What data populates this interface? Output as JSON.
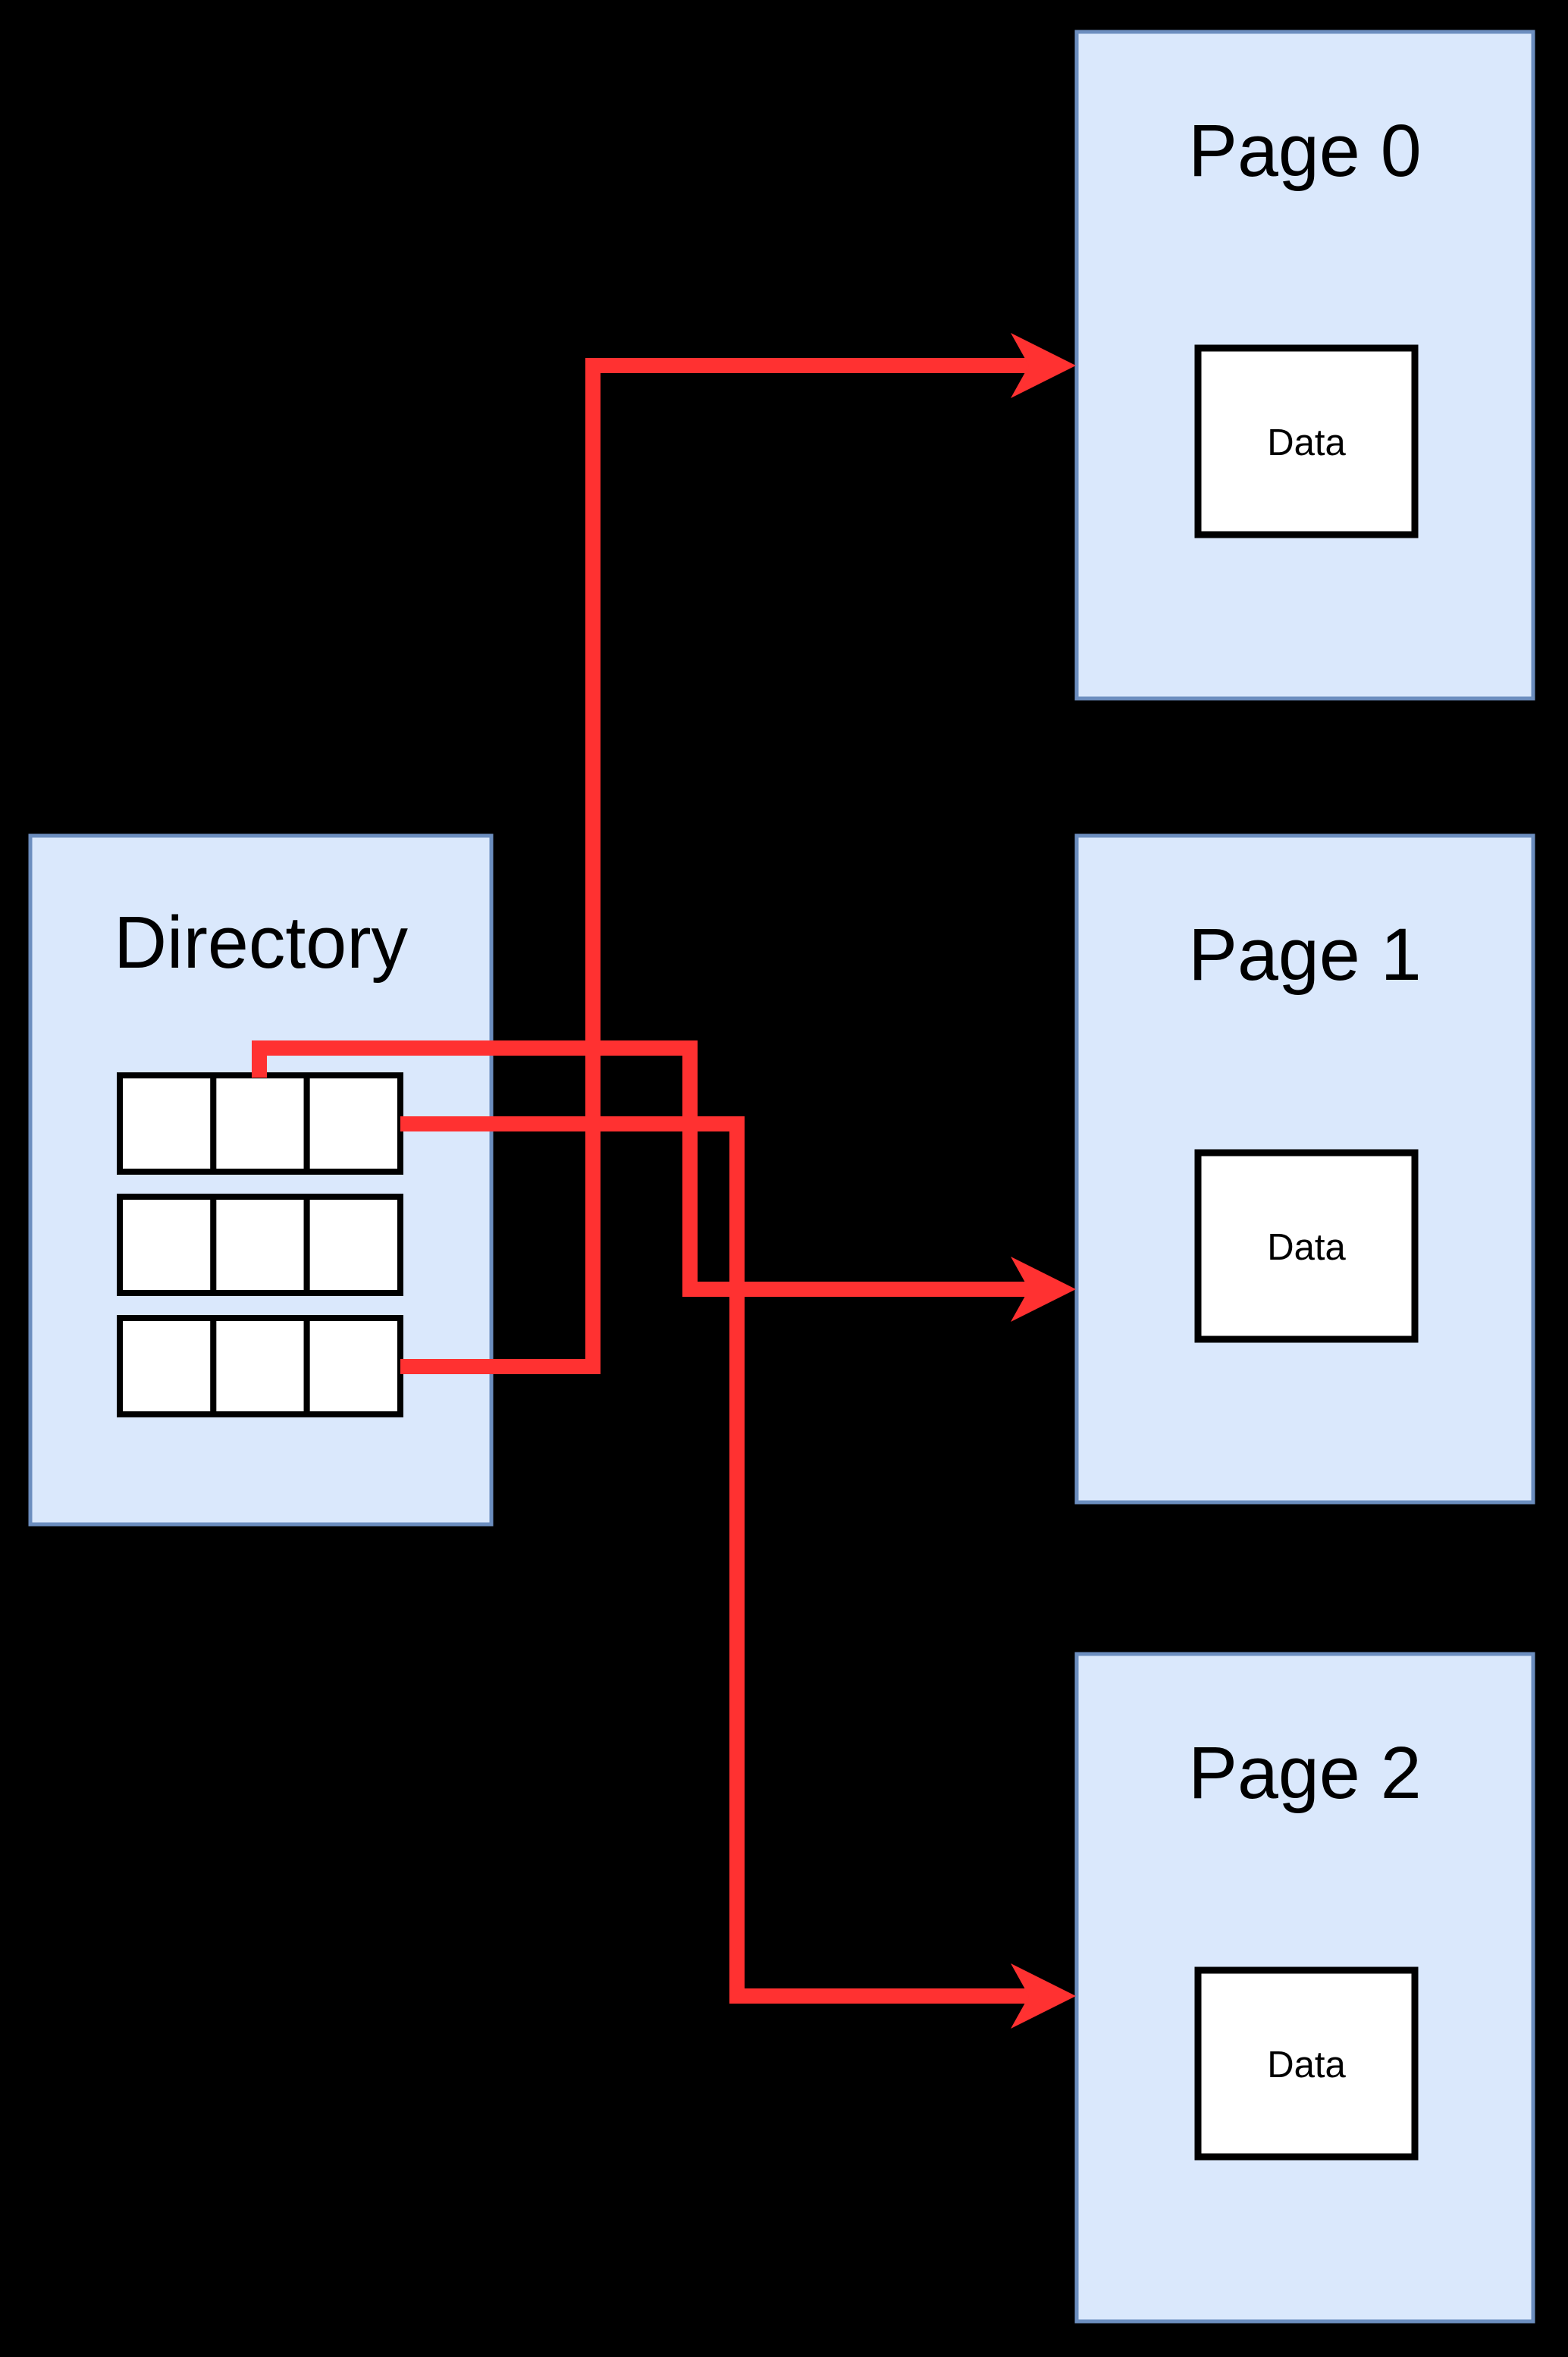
{
  "diagram": {
    "background": "#000000",
    "colors": {
      "background": "#000000",
      "box_fill": "#DAE8FC",
      "box_stroke": "#6C8EBF",
      "cell_fill": "#FFFFFF",
      "cell_stroke": "#000000",
      "arrow": "#FF3131",
      "text": "#000000"
    },
    "directory": {
      "title": "Directory",
      "grid": {
        "rows": 3,
        "cols": 3
      }
    },
    "pages": [
      {
        "title": "Page 0",
        "data_label": "Data"
      },
      {
        "title": "Page 1",
        "data_label": "Data"
      },
      {
        "title": "Page 2",
        "data_label": "Data"
      }
    ],
    "arrows": [
      {
        "source": "directory-cell-row3-col3",
        "target": "Page 0"
      },
      {
        "source": "directory-cell-row1-col2",
        "target": "Page 1"
      },
      {
        "source": "directory-cell-row1-col3",
        "target": "Page 2"
      }
    ]
  }
}
